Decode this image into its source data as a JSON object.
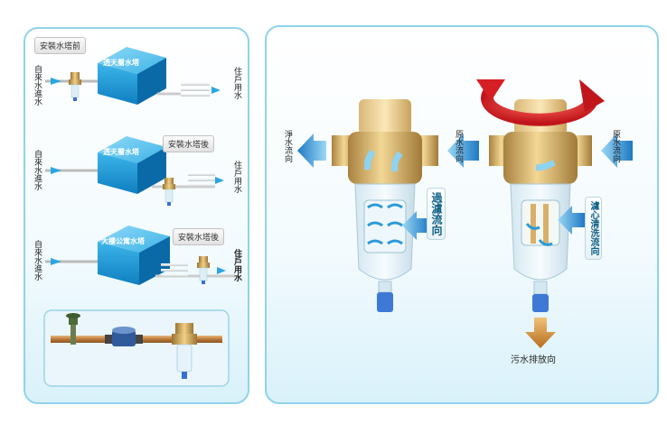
{
  "left": {
    "rows": [
      {
        "inlet_label": "自來水進水",
        "tank_label": "透天層水塔",
        "install_label": "安裝水塔前",
        "outlet_label": "住戶用水"
      },
      {
        "inlet_label": "自來水進水",
        "tank_label": "透天層水塔",
        "install_label": "安裝水塔後",
        "outlet_label": "住戶用水"
      },
      {
        "inlet_label": "自來水進水",
        "tank_label": "大樓公寓水塔",
        "install_label": "安裝水塔後",
        "outlet_label": "住戶用水"
      }
    ]
  },
  "right": {
    "filter_mode": {
      "clean_outlet_label": "淨水流向",
      "raw_inlet_label": "原水流向",
      "filter_flow_label": "過濾流向"
    },
    "wash_mode": {
      "raw_inlet_label": "原水流向",
      "wash_flow_label": "濾心清洗流向",
      "drain_label": "污水排放向"
    }
  },
  "colors": {
    "panel_border": "#8fd3ea",
    "tank_blue": "#1c9fd8",
    "arrow_blue": "#2aa6e0",
    "brass": "#c9a25a",
    "rotate_red": "#e0262c",
    "drain_brown": "#c7822c"
  }
}
